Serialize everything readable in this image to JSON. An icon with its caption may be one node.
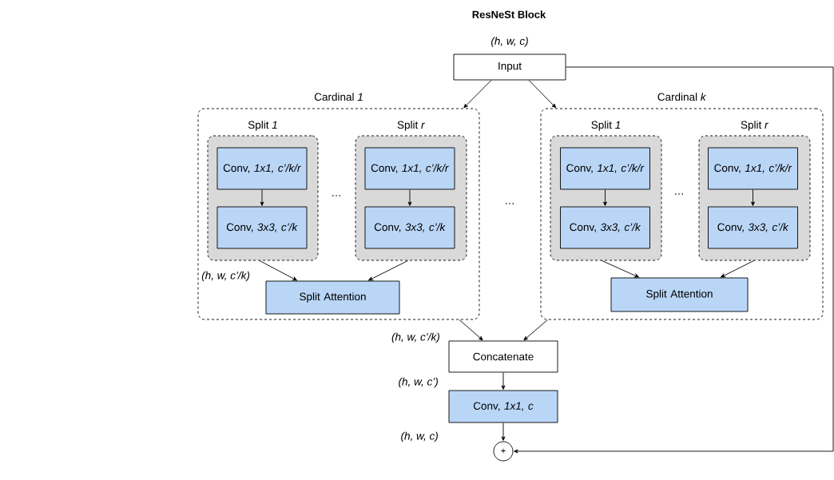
{
  "diagram": {
    "title": "ResNeSt Block",
    "nodes": [
      {
        "text": [
          "Input"
        ],
        "beside": [
          "(h, w, c)"
        ]
      },
      {
        "text": [
          "Cardinal *1*"
        ]
      },
      {
        "text": [
          "Split *1*"
        ],
        "in": 1
      },
      {
        "text": [
          "Conv, *1x1, c’/k/r*"
        ],
        "in": 2
      },
      {
        "text": [
          "Conv, *3x3, c’/k*"
        ],
        "in": 2
      },
      {
        "text": [
          "Split *r*"
        ],
        "in": 1
      },
      {
        "text": [
          "Conv, *1x1, c’/k/r*"
        ],
        "in": 5
      },
      {
        "text": [
          "Conv, *3x3, c’/k*"
        ],
        "in": 5
      },
      {
        "text": [
          "Split Attention"
        ],
        "in": 1
      },
      {
        "text": [
          "Cardinal *k*"
        ]
      },
      {
        "text": [
          "Split *1*"
        ],
        "in": 9
      },
      {
        "text": [
          "Conv, *1x1, c’/k/r*"
        ],
        "in": 10
      },
      {
        "text": [
          "Conv, *3x3, c’/k*"
        ],
        "in": 10
      },
      {
        "text": [
          "Split *r*"
        ],
        "in": 9
      },
      {
        "text": [
          "Conv, *1x1, c’/k/r*"
        ],
        "in": 13
      },
      {
        "text": [
          "Conv, *3x3, c’/k*"
        ],
        "in": 13
      },
      {
        "text": [
          "Split Attention"
        ],
        "in": 9
      },
      {
        "text": [
          "Concatenate"
        ]
      },
      {
        "text": [
          "Conv, *1x1, c*"
        ]
      },
      {
        "text": [
          "+"
        ]
      }
    ],
    "edges": [
      {
        "from": 0,
        "to": 1,
        "arrow": "to"
      },
      {
        "from": 0,
        "to": 9,
        "arrow": "to"
      },
      {
        "from": 3,
        "to": 4,
        "arrow": "to"
      },
      {
        "from": 6,
        "to": 7,
        "arrow": "to"
      },
      {
        "from": 2,
        "to": 8,
        "arrow": "to"
      },
      {
        "from": 5,
        "to": 8,
        "arrow": "to"
      },
      {
        "from": 11,
        "to": 12,
        "arrow": "to"
      },
      {
        "from": 14,
        "to": 15,
        "arrow": "to"
      },
      {
        "from": 10,
        "to": 16,
        "arrow": "to"
      },
      {
        "from": 13,
        "to": 16,
        "arrow": "to"
      },
      {
        "from": 1,
        "to": 17,
        "arrow": "to"
      },
      {
        "from": 9,
        "to": 17,
        "arrow": "to"
      },
      {
        "from": 17,
        "to": 18,
        "arrow": "to"
      },
      {
        "from": 18,
        "to": 19,
        "arrow": "to"
      },
      {
        "from": 0,
        "to": 19,
        "arrow": "to"
      }
    ],
    "labels": [
      "…",
      "…",
      "…",
      "(h, w, c’/k)",
      "(h, w, c’/k)",
      "(h, w, c’)",
      "(h, w, c)"
    ]
  }
}
